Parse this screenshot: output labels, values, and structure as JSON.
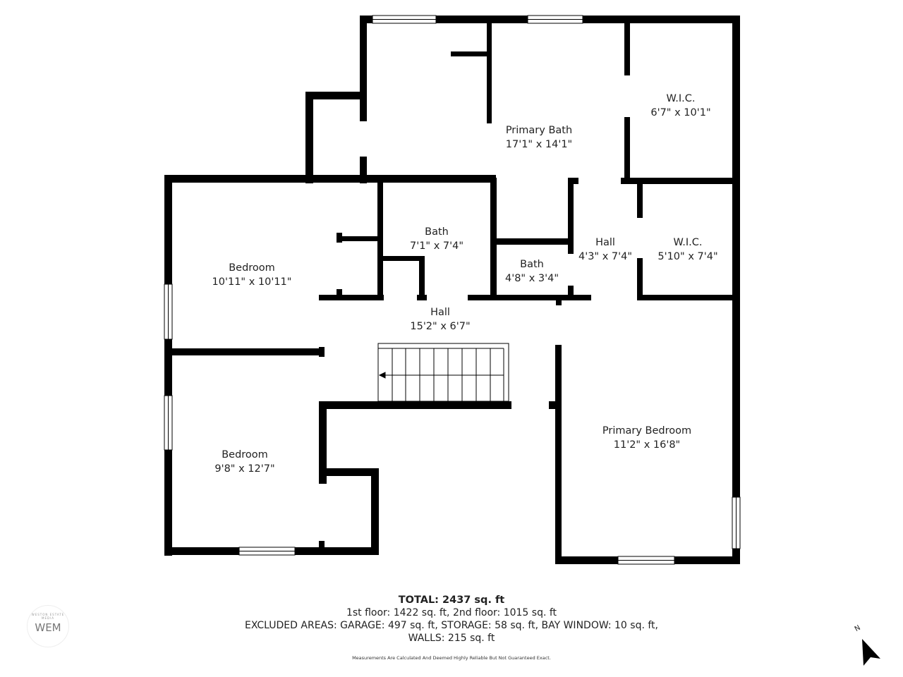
{
  "floor_plan": {
    "rooms": [
      {
        "id": "primary-bath",
        "name": "Primary Bath",
        "dims": "17'1\" x 14'1\""
      },
      {
        "id": "wic-1",
        "name": "W.I.C.",
        "dims": "6'7\" x 10'1\""
      },
      {
        "id": "bath-1",
        "name": "Bath",
        "dims": "7'1\" x 7'4\""
      },
      {
        "id": "bath-2",
        "name": "Bath",
        "dims": "4'8\" x 3'4\""
      },
      {
        "id": "hall-small",
        "name": "Hall",
        "dims": "4'3\" x 7'4\""
      },
      {
        "id": "wic-2",
        "name": "W.I.C.",
        "dims": "5'10\" x 7'4\""
      },
      {
        "id": "bedroom-1",
        "name": "Bedroom",
        "dims": "10'11\" x 10'11\""
      },
      {
        "id": "hall-main",
        "name": "Hall",
        "dims": "15'2\" x 6'7\""
      },
      {
        "id": "bedroom-2",
        "name": "Bedroom",
        "dims": "9'8\" x 12'7\""
      },
      {
        "id": "primary-bedroom",
        "name": "Primary Bedroom",
        "dims": "11'2\" x 16'8\""
      }
    ]
  },
  "summary": {
    "total": "TOTAL: 2437 sq. ft",
    "floors": "1st floor: 1422 sq. ft, 2nd floor: 1015 sq. ft",
    "excluded": "EXCLUDED AREAS: GARAGE: 497 sq. ft, STORAGE: 58 sq. ft, BAY WINDOW: 10 sq. ft,",
    "walls": "WALLS: 215 sq. ft",
    "disclaimer": "Measurements Are Calculated And Deemed Highly Reliable But Not Guaranteed Exact."
  },
  "logo": {
    "ring_text": "WESTON ESTATE MEDIA",
    "mark": "WEM"
  },
  "compass": {
    "label": "N",
    "icon": "north-arrow-icon"
  },
  "colors": {
    "wall": "#000000",
    "background": "#ffffff",
    "text": "#222222"
  }
}
